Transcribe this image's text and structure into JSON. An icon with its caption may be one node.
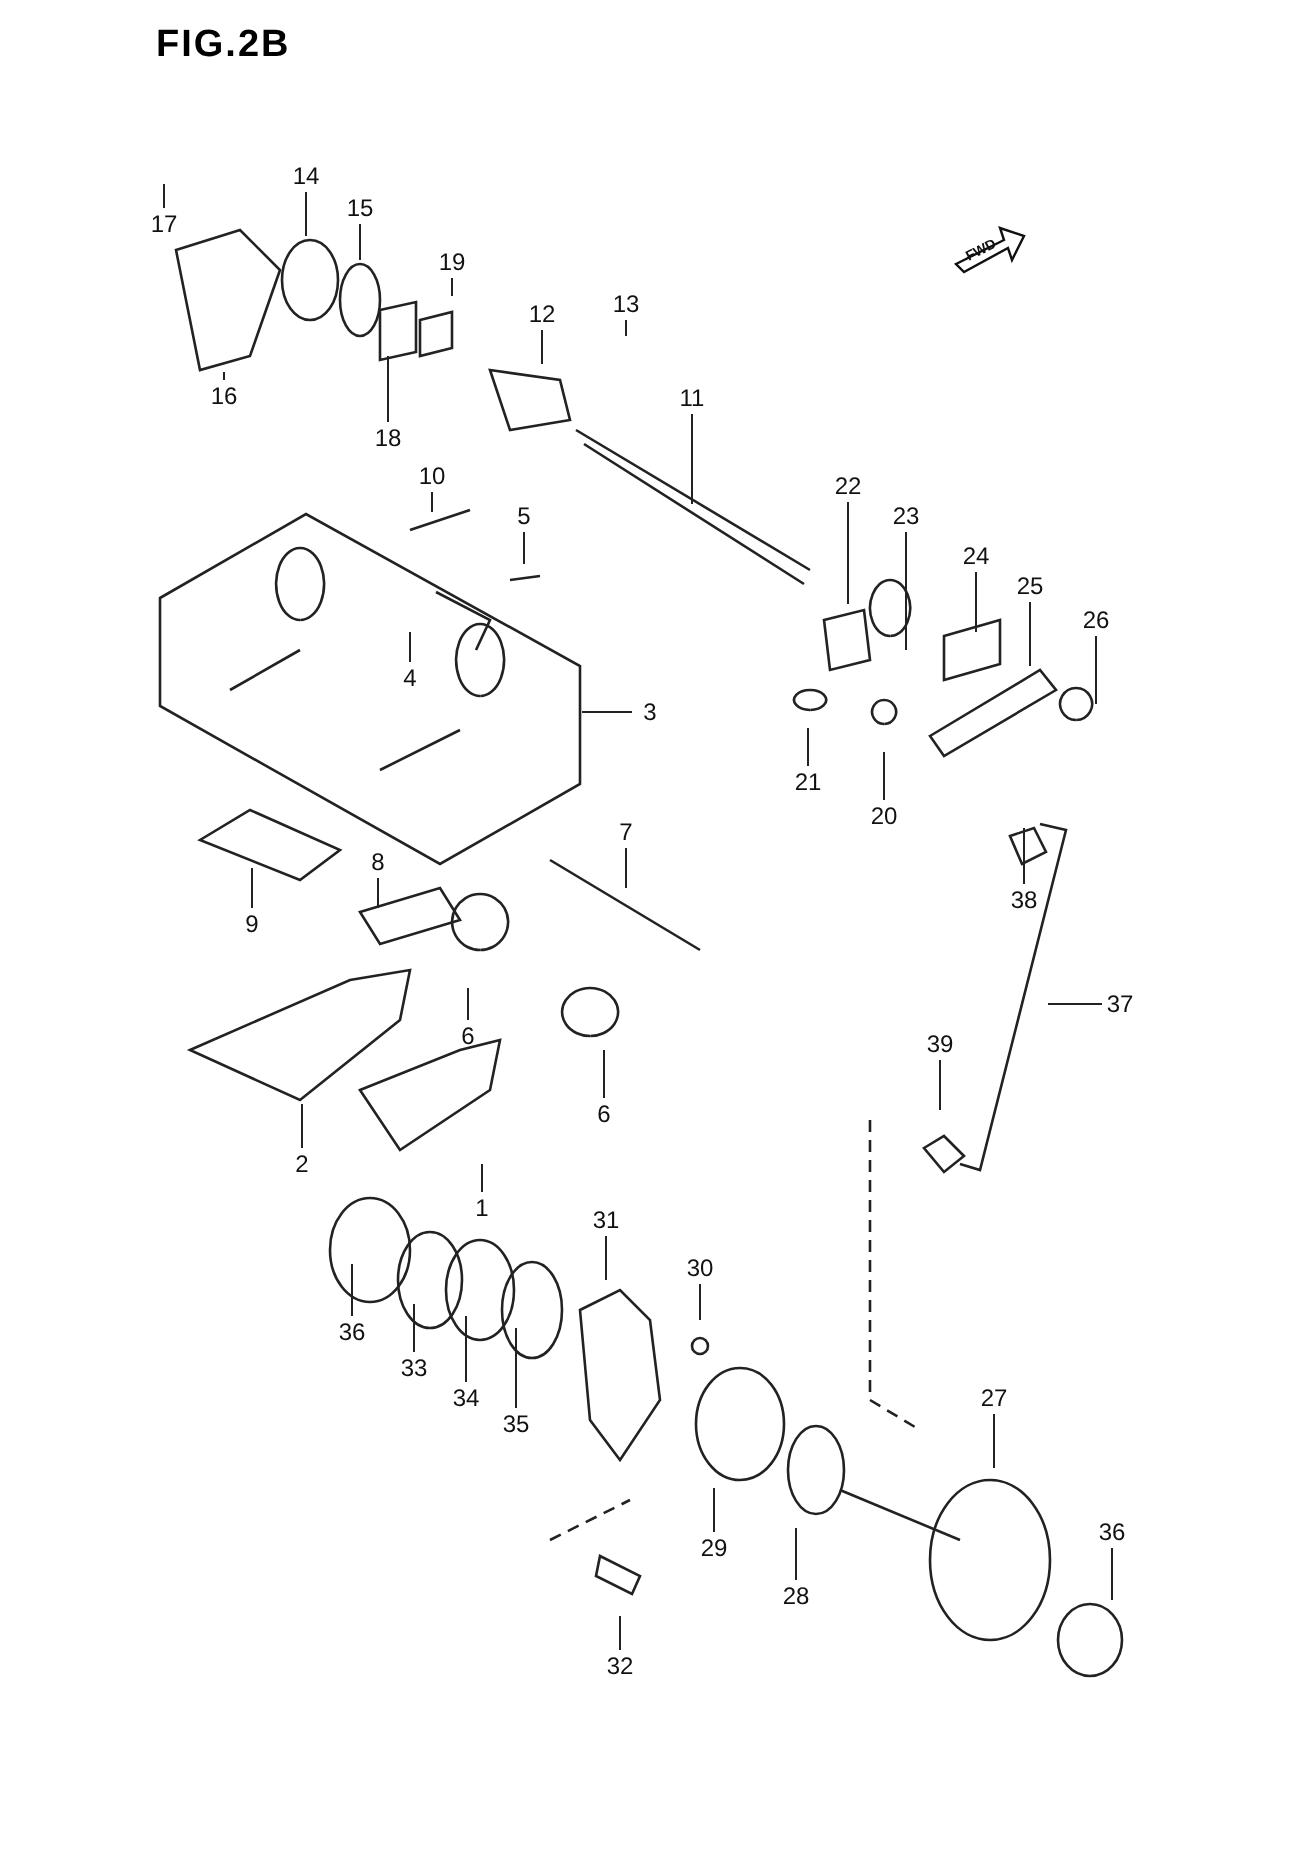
{
  "diagram": {
    "title": "FIG.2B",
    "nodes": [
      {
        "text": [
          "14"
        ]
      },
      {
        "text": [
          "15"
        ]
      },
      {
        "text": [
          "17"
        ]
      },
      {
        "text": [
          "19"
        ]
      },
      {
        "text": [
          "12"
        ]
      },
      {
        "text": [
          "13"
        ]
      },
      {
        "text": [
          "16"
        ]
      },
      {
        "text": [
          "18"
        ]
      },
      {
        "text": [
          "11"
        ]
      },
      {
        "text": [
          "10"
        ]
      },
      {
        "text": [
          "5"
        ]
      },
      {
        "text": [
          "22"
        ]
      },
      {
        "text": [
          "23"
        ]
      },
      {
        "text": [
          "24"
        ]
      },
      {
        "text": [
          "25"
        ]
      },
      {
        "text": [
          "26"
        ]
      },
      {
        "text": [
          "4"
        ]
      },
      {
        "text": [
          "3"
        ]
      },
      {
        "text": [
          "21"
        ]
      },
      {
        "text": [
          "20"
        ]
      },
      {
        "text": [
          "8"
        ]
      },
      {
        "text": [
          "7"
        ]
      },
      {
        "text": [
          "38"
        ]
      },
      {
        "text": [
          "9"
        ]
      },
      {
        "text": [
          "6"
        ]
      },
      {
        "text": [
          "37"
        ]
      },
      {
        "text": [
          "39"
        ]
      },
      {
        "text": [
          "6"
        ]
      },
      {
        "text": [
          "2"
        ]
      },
      {
        "text": [
          "1"
        ]
      },
      {
        "text": [
          "31"
        ]
      },
      {
        "text": [
          "30"
        ]
      },
      {
        "text": [
          "36"
        ]
      },
      {
        "text": [
          "33"
        ]
      },
      {
        "text": [
          "34"
        ]
      },
      {
        "text": [
          "35"
        ]
      },
      {
        "text": [
          "27"
        ]
      },
      {
        "text": [
          "29"
        ]
      },
      {
        "text": [
          "28"
        ]
      },
      {
        "text": [
          "36"
        ]
      },
      {
        "text": [
          "32"
        ]
      }
    ],
    "edges": [
      {
        "from": 0,
        "to": null,
        "arrow": "none"
      },
      {
        "from": 1,
        "to": null,
        "arrow": "none"
      },
      {
        "from": 2,
        "to": null,
        "arrow": "none"
      },
      {
        "from": 3,
        "to": null,
        "arrow": "none"
      },
      {
        "from": 4,
        "to": null,
        "arrow": "none"
      },
      {
        "from": 5,
        "to": null,
        "arrow": "none"
      },
      {
        "from": 6,
        "to": null,
        "arrow": "none"
      },
      {
        "from": 7,
        "to": null,
        "arrow": "none"
      },
      {
        "from": 8,
        "to": null,
        "arrow": "none"
      },
      {
        "from": 9,
        "to": null,
        "arrow": "none"
      },
      {
        "from": 10,
        "to": null,
        "arrow": "none"
      },
      {
        "from": 11,
        "to": null,
        "arrow": "none"
      },
      {
        "from": 12,
        "to": null,
        "arrow": "none"
      },
      {
        "from": 13,
        "to": null,
        "arrow": "none"
      },
      {
        "from": 14,
        "to": null,
        "arrow": "none"
      },
      {
        "from": 15,
        "to": null,
        "arrow": "none"
      },
      {
        "from": 16,
        "to": null,
        "arrow": "none"
      },
      {
        "from": 17,
        "to": null,
        "arrow": "none"
      },
      {
        "from": 18,
        "to": null,
        "arrow": "none"
      },
      {
        "from": 19,
        "to": null,
        "arrow": "none"
      },
      {
        "from": 20,
        "to": null,
        "arrow": "none"
      },
      {
        "from": 21,
        "to": null,
        "arrow": "none"
      },
      {
        "from": 22,
        "to": null,
        "arrow": "none"
      },
      {
        "from": 23,
        "to": null,
        "arrow": "none"
      },
      {
        "from": 24,
        "to": null,
        "arrow": "none"
      },
      {
        "from": 25,
        "to": null,
        "arrow": "none"
      },
      {
        "from": 26,
        "to": null,
        "arrow": "none"
      },
      {
        "from": 27,
        "to": null,
        "arrow": "none"
      },
      {
        "from": 28,
        "to": null,
        "arrow": "none"
      },
      {
        "from": 29,
        "to": null,
        "arrow": "none"
      },
      {
        "from": 30,
        "to": null,
        "arrow": "none"
      },
      {
        "from": 31,
        "to": null,
        "arrow": "none"
      },
      {
        "from": 32,
        "to": null,
        "arrow": "none"
      },
      {
        "from": 33,
        "to": null,
        "arrow": "none"
      },
      {
        "from": 34,
        "to": null,
        "arrow": "none"
      },
      {
        "from": 35,
        "to": null,
        "arrow": "none"
      },
      {
        "from": 36,
        "to": null,
        "arrow": "none"
      },
      {
        "from": 37,
        "to": null,
        "arrow": "none"
      },
      {
        "from": 38,
        "to": null,
        "arrow": "none"
      },
      {
        "from": 39,
        "to": null,
        "arrow": "none"
      },
      {
        "from": 40,
        "to": null,
        "arrow": "none"
      }
    ],
    "labels": [
      "FWD"
    ]
  }
}
